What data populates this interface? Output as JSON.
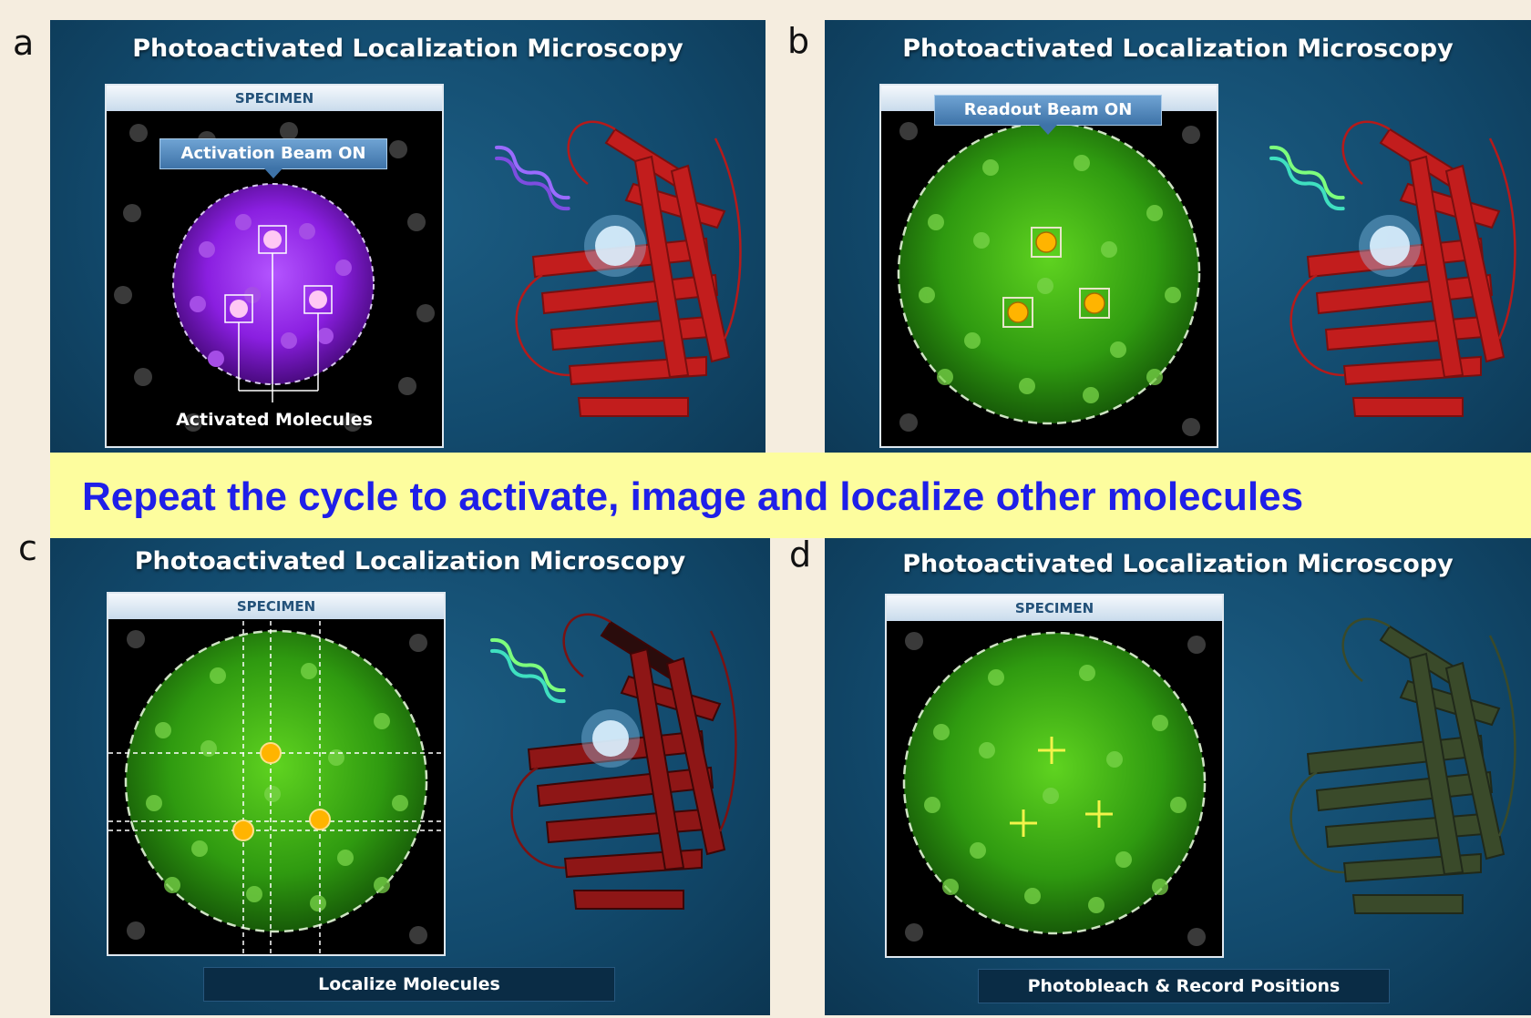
{
  "panels": [
    {
      "letter": "a",
      "title": "Photoactivated Localization Microscopy",
      "specimen_header": "SPECIMEN",
      "callout": "Activation Beam ON",
      "label": "Activated Molecules"
    },
    {
      "letter": "b",
      "title": "Photoactivated Localization Microscopy",
      "callout": "Readout Beam ON"
    },
    {
      "letter": "c",
      "title": "Photoactivated Localization Microscopy",
      "specimen_header": "SPECIMEN",
      "caption": "Localize Molecules"
    },
    {
      "letter": "d",
      "title": "Photoactivated Localization Microscopy",
      "specimen_header": "SPECIMEN",
      "caption": "Photobleach & Record Positions"
    }
  ],
  "banner": {
    "text": "Repeat the cycle to activate, image and localize other molecules"
  },
  "colors": {
    "banner_background": "#fdfd9e",
    "banner_text": "#1f1fe8",
    "activation_beam": "#9b3bff",
    "readout_field": "#4cc51c",
    "molecule_marker": "#ffb400",
    "protein_red": "#c21d1d",
    "protein_faded": "#3a4a2a"
  }
}
